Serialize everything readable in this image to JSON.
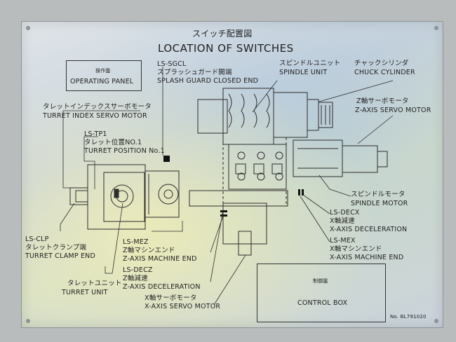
{
  "title_jp": "スイッチ配置図",
  "title_en": "LOCATION OF SWITCHES",
  "operating_panel": {
    "jp": "操作盤",
    "en": "OPERATING PANEL"
  },
  "labels": {
    "ls_sgcl": "LS-SGCL",
    "splash_guard_jp": "スプラッシュガード開端",
    "splash_guard_en": "SPLASH GUARD CLOSED END",
    "spindle_unit_jp": "スピンドルユニット",
    "spindle_unit_en": "SPINDLE UNIT",
    "chuck_cylinder_jp": "チャックシリンダ",
    "chuck_cylinder_en": "CHUCK CYLINDER",
    "z_servo_jp": "Z軸サーボモータ",
    "z_servo_en": "Z-AXIS SERVO MOTOR",
    "turret_index_jp": "タレットインデックスサーボモータ",
    "turret_index_en": "TURRET INDEX SERVO MOTOR",
    "ls_tp1": "LS-TP1",
    "turret_pos_jp": "タレット位置NO.1",
    "turret_pos_en": "TURRET POSITION No.1",
    "spindle_motor_jp": "スピンドルモータ",
    "spindle_motor_en": "SPINDLE MOTOR",
    "ls_decx": "LS-DECX",
    "x_decel_jp": "X軸減速",
    "x_decel_en": "X-AXIS DECELERATION",
    "ls_mex": "LS-MEX",
    "x_mend_jp": "X軸マシンエンド",
    "x_mend_en": "X-AXIS MACHINE END",
    "ls_clp": "LS-CLP",
    "clamp_jp": "タレットクランプ端",
    "clamp_en": "TURRET CLAMP END",
    "ls_mez": "LS-MEZ",
    "z_mend_jp": "Z軸マシンエンド",
    "z_mend_en": "Z-AXIS MACHINE END",
    "ls_decz": "LS-DECZ",
    "z_decel_jp": "Z軸減速",
    "z_decel_en": "Z-AXIS DECELERATION",
    "x_servo_jp": "X軸サーボモータ",
    "x_servo_en": "X-AXIS SERVO MOTOR",
    "turret_unit_jp": "タレットユニット",
    "turret_unit_en": "TURRET UNIT"
  },
  "control_box": {
    "jp": "制御盤",
    "en": "CONTROL BOX"
  },
  "part_no": "No. BL791020"
}
